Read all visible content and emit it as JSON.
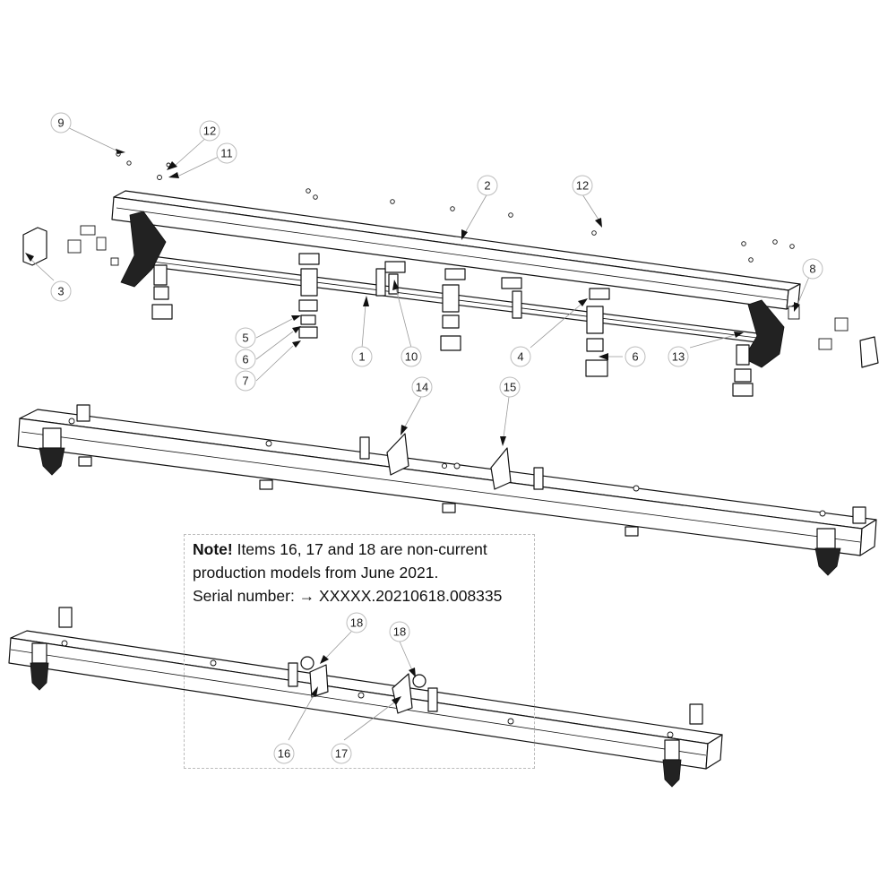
{
  "note": {
    "heading": "Note!",
    "line1_rest": " Items 16, 17 and 18 are non-current",
    "line2": "production models from June 2021.",
    "line3": "Serial number: → XXXXX.20210618.008335"
  },
  "callouts": [
    {
      "id": "c9",
      "label": "9"
    },
    {
      "id": "c12a",
      "label": "12"
    },
    {
      "id": "c11",
      "label": "11"
    },
    {
      "id": "c2",
      "label": "2"
    },
    {
      "id": "c12b",
      "label": "12"
    },
    {
      "id": "c3",
      "label": "3"
    },
    {
      "id": "c8",
      "label": "8"
    },
    {
      "id": "c5",
      "label": "5"
    },
    {
      "id": "c6a",
      "label": "6"
    },
    {
      "id": "c7",
      "label": "7"
    },
    {
      "id": "c1",
      "label": "1"
    },
    {
      "id": "c10",
      "label": "10"
    },
    {
      "id": "c4",
      "label": "4"
    },
    {
      "id": "c6b",
      "label": "6"
    },
    {
      "id": "c13",
      "label": "13"
    },
    {
      "id": "c14",
      "label": "14"
    },
    {
      "id": "c15",
      "label": "15"
    },
    {
      "id": "c18a",
      "label": "18"
    },
    {
      "id": "c18b",
      "label": "18"
    },
    {
      "id": "c16",
      "label": "16"
    },
    {
      "id": "c17",
      "label": "17"
    }
  ]
}
